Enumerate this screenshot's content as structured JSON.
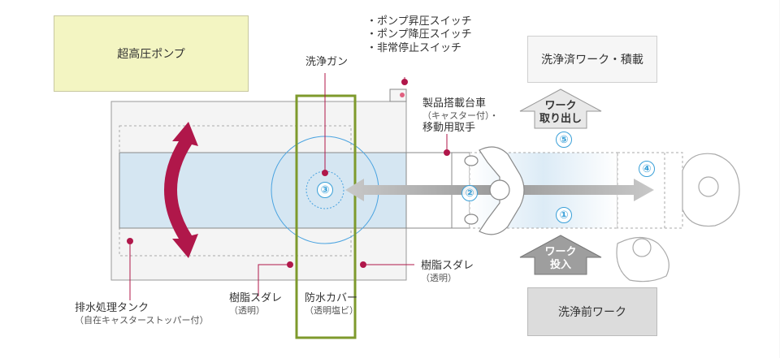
{
  "labels": {
    "pump": "超高圧ポンプ",
    "switches": [
      "・ポンプ昇圧スイッチ",
      "・ポンプ降圧スイッチ",
      "・非常停止スイッチ"
    ],
    "gun": "洗浄ガン",
    "cart": [
      "製品搭載台車",
      "（キャスター付）・",
      "移動用取手"
    ],
    "washed_work": "洗浄済ワーク・積載",
    "pre_work": "洗浄前ワーク",
    "work_out": [
      "ワーク",
      "取り出し"
    ],
    "work_in": [
      "ワーク",
      "投入"
    ],
    "drain_tank": "排水処理タンク",
    "drain_tank_sub": "（自在キャスターストッパー付）",
    "slat_left": "樹脂スダレ",
    "slat_left_sub": "（透明）",
    "cover": "防水カバー",
    "cover_sub": "（透明塩ビ）",
    "slat_right": "樹脂スダレ",
    "slat_right_sub": "（透明）"
  },
  "steps": [
    "①",
    "②",
    "③",
    "④",
    "⑤"
  ],
  "colors": {
    "pump_fill": "#f3f5c2",
    "accent": "#b0174a",
    "cover": "#7e9a2c",
    "water": "#d5e6f2",
    "step": "#3aa0d8",
    "work_box": "#dcdcdc"
  }
}
